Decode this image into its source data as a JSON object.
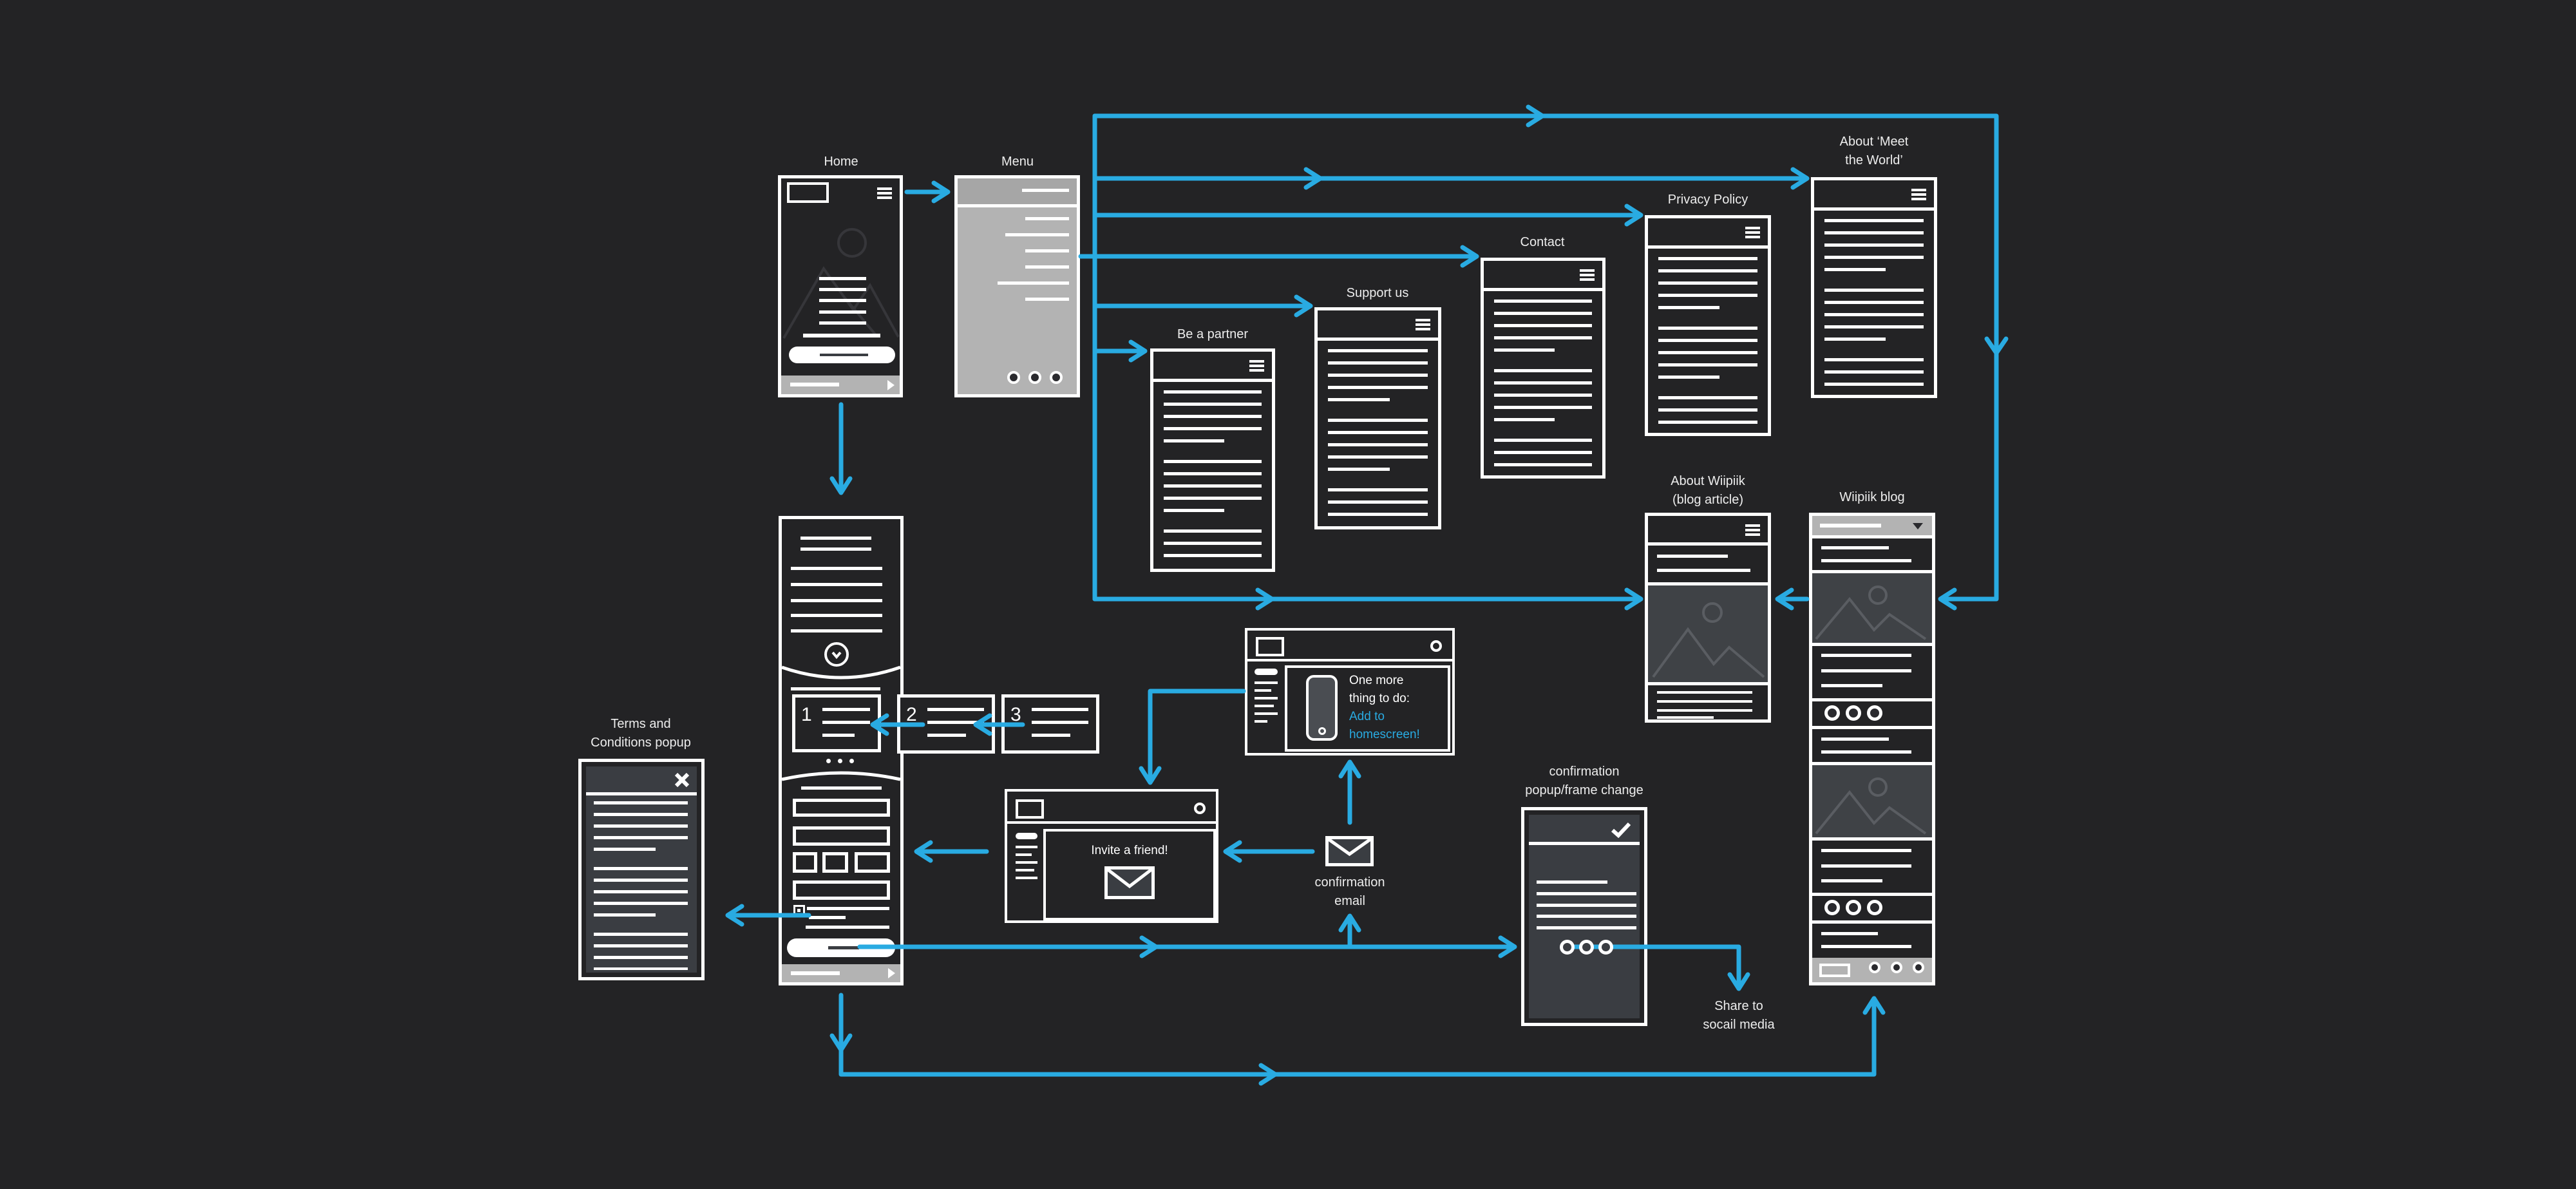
{
  "colors": {
    "accent": "#29abe2",
    "background": "#232325",
    "wireframe": "#ffffff",
    "gray_panel": "#b3b3b3",
    "inset_panel": "#3a3d42"
  },
  "labels": {
    "home": "Home",
    "menu": "Menu",
    "be_a_partner": "Be a partner",
    "support_us": "Support us",
    "contact": "Contact",
    "privacy_policy": "Privacy Policy",
    "about_meet_the_world": [
      "About ‘Meet",
      "the World’"
    ],
    "about_wiipiik": [
      "About Wiipiik",
      "(blog article)"
    ],
    "wiipiik_blog": "Wiipiik blog",
    "terms_popup": [
      "Terms and",
      "Conditions popup"
    ],
    "confirmation_popup": [
      "confirmation",
      "popup/frame change"
    ],
    "confirmation_email": [
      "confirmation",
      "email"
    ],
    "share": [
      "Share to",
      "socail media"
    ]
  },
  "frames": {
    "f1": "1",
    "f2": "2",
    "f3": "3"
  },
  "add_to_homescreen": {
    "line1": "One more",
    "line2": "thing to do:",
    "line3": "Add to",
    "line4": "homescreen!"
  },
  "invite": {
    "title": "Invite a friend!"
  }
}
